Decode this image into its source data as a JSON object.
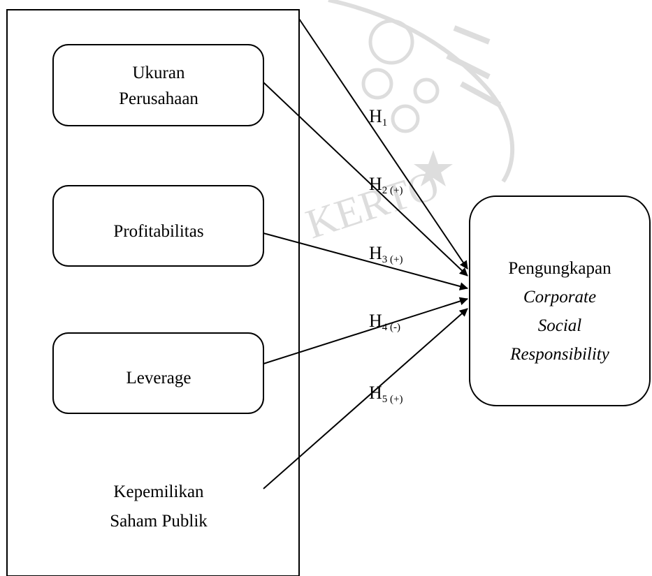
{
  "diagram": {
    "independent_variables": [
      {
        "id": "ukuran",
        "lines": [
          "Ukuran",
          "Perusahaan"
        ]
      },
      {
        "id": "profitabilitas",
        "lines": [
          "Profitabilitas"
        ]
      },
      {
        "id": "leverage",
        "lines": [
          "Leverage"
        ]
      },
      {
        "id": "kepemilikan",
        "lines": [
          "Kepemilikan",
          "Saham Publik"
        ]
      }
    ],
    "dependent_variable": {
      "lines": [
        "Pengungkapan",
        "Corporate",
        "Social",
        "Responsibility"
      ],
      "italic_lines": [
        "Corporate",
        "Social",
        "Responsibility"
      ]
    },
    "hypotheses": [
      {
        "main": "H",
        "sub": "1"
      },
      {
        "main": "H",
        "sub": "2 (+)"
      },
      {
        "main": "H",
        "sub": "3 (+)"
      },
      {
        "main": "H",
        "sub": "4 (-)"
      },
      {
        "main": "H",
        "sub": "5 (+)"
      }
    ],
    "watermark": {
      "text": "KERTO"
    },
    "colors": {
      "line": "#000000",
      "background": "#ffffff",
      "watermark": "#000000"
    }
  }
}
